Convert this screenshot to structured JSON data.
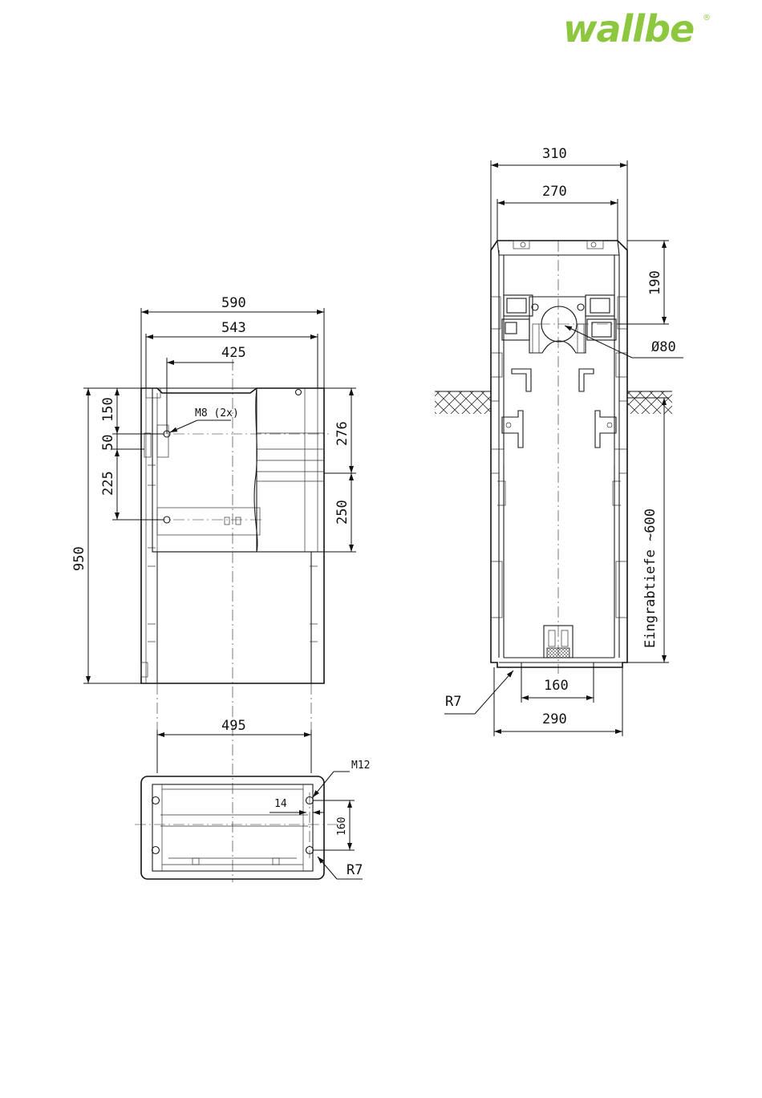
{
  "brand": {
    "logo_text": "wallbe",
    "registered_mark": "®",
    "color": "#8dc63f"
  },
  "front_view": {
    "dims": {
      "width_outer": "590",
      "width_inner": "543",
      "width_mount": "425",
      "height_total": "950",
      "offset_top": "150",
      "offset_mid": "50",
      "offset_low": "225",
      "right_upper": "276",
      "right_lower": "250",
      "mount_holes": "M8 (2x)"
    }
  },
  "base_view": {
    "dims": {
      "width": "495",
      "thread": "M12",
      "hole_offset": "14",
      "hole_spacing": "160",
      "radius": "R7"
    }
  },
  "side_view": {
    "dims": {
      "width_top_outer": "310",
      "width_top_inner": "270",
      "height_top": "190",
      "pipe_diameter": "Ø80",
      "bottom_inner": "160",
      "bottom_outer": "290",
      "radius": "R7",
      "burial_depth": "Eingrabtiefe ~600"
    }
  }
}
